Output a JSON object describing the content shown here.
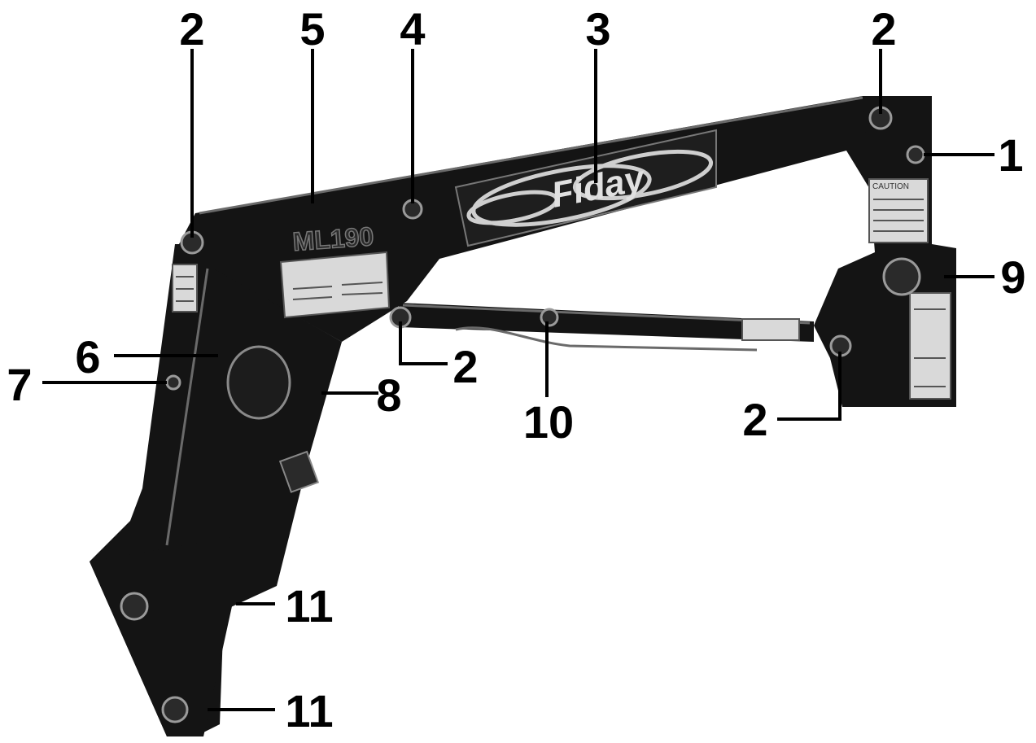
{
  "model_label": "ML190",
  "logo_label": "Fiday",
  "decal_text": "CAUTION",
  "callouts": [
    {
      "label": "2"
    },
    {
      "label": "5"
    },
    {
      "label": "4"
    },
    {
      "label": "3"
    },
    {
      "label": "2"
    },
    {
      "label": "1"
    },
    {
      "label": "9"
    },
    {
      "label": "6"
    },
    {
      "label": "7"
    },
    {
      "label": "8"
    },
    {
      "label": "2"
    },
    {
      "label": "10"
    },
    {
      "label": "2"
    },
    {
      "label": "11"
    },
    {
      "label": "11"
    }
  ]
}
